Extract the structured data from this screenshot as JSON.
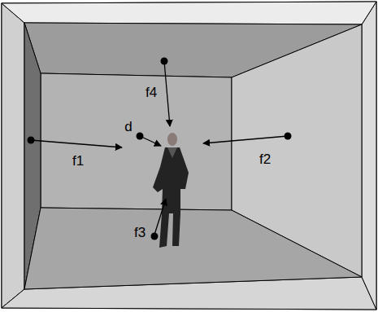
{
  "diagram": {
    "labels": [
      "f4",
      "d",
      "f1",
      "f2",
      "f3"
    ]
  }
}
